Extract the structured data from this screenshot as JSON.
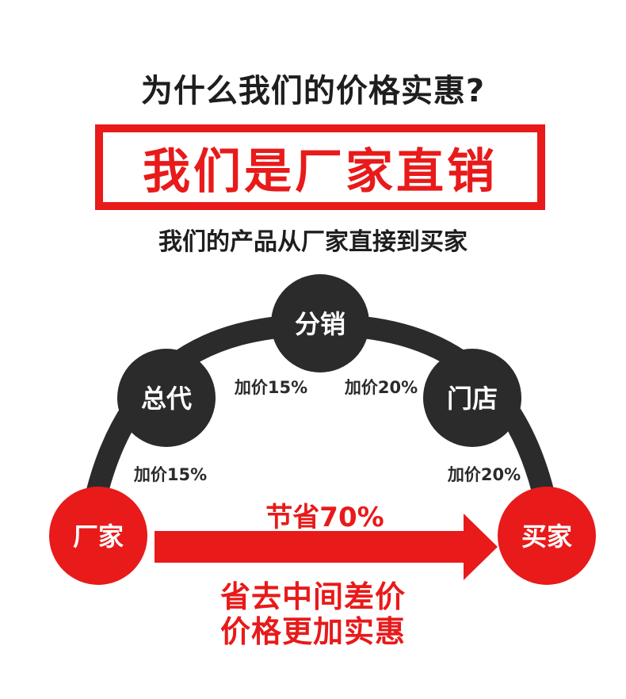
{
  "header": {
    "title": "为什么我们的价格实惠?",
    "highlight": "我们是厂家直销",
    "subtitle": "我们的产品从厂家直接到买家"
  },
  "diagram": {
    "nodes": {
      "factory": "厂家",
      "agent": "总代",
      "distributor": "分销",
      "store": "门店",
      "buyer": "买家"
    },
    "markups": {
      "factory_agent": "加价15%",
      "agent_distributor": "加价15%",
      "distributor_store": "加价20%",
      "store_buyer": "加价20%"
    },
    "savings": "节省70%"
  },
  "footer": {
    "line1": "省去中间差价",
    "line2": "价格更加实惠"
  },
  "colors": {
    "red": "#e81a1a",
    "dark": "#2b2b2b"
  }
}
